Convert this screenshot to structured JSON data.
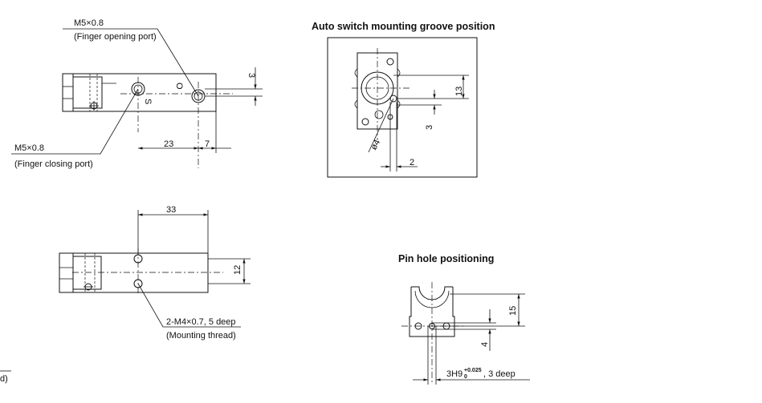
{
  "top_view": {
    "opening_port_thread": "M5×0.8",
    "opening_port_name": "(Finger opening port)",
    "closing_port_thread": "M5×0.8",
    "closing_port_name": "(Finger closing port)",
    "mark_o": "O",
    "mark_s": "S",
    "dim_23": "23",
    "dim_7": "7",
    "dim_3": "3"
  },
  "bottom_view": {
    "dim_33": "33",
    "dim_12": "12",
    "thread_spec": "2-M4×0.7, 5 deep",
    "thread_name": "(Mounting thread)",
    "cut_label": "d)"
  },
  "auto_switch": {
    "title": "Auto switch mounting groove position",
    "dim_13": "13",
    "dim_3": "3",
    "dim_phi4": "ø4",
    "dim_2": "2"
  },
  "pin_hole": {
    "title": "Pin hole positioning",
    "dim_15": "15",
    "dim_4": "4",
    "spec_main": "3H9",
    "tol_upper": "+0.025",
    "tol_lower": "0",
    "spec_depth": ", 3 deep"
  }
}
